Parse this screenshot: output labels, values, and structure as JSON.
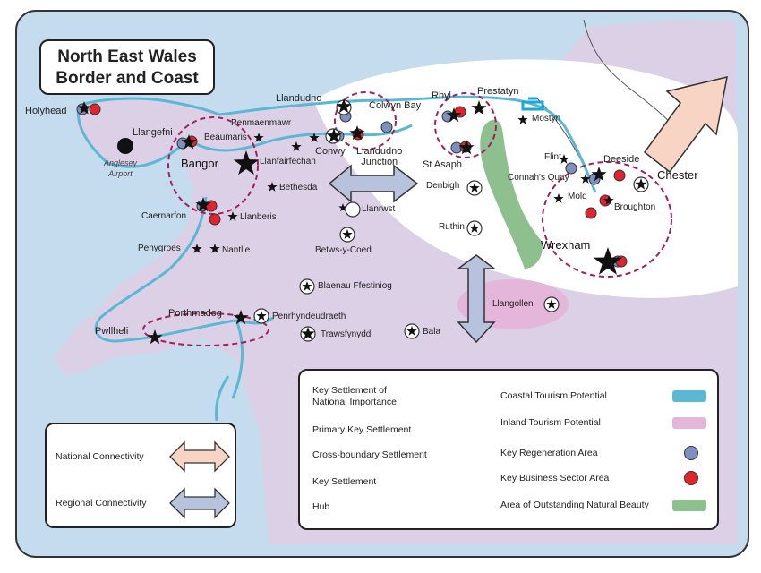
{
  "title": {
    "line1": "North East Wales",
    "line2": "Border and Coast"
  },
  "settlements": {
    "holyhead": "Holyhead",
    "llangefni": "Llangefni",
    "beaumaris": "Beaumaris",
    "anglesey_airport": "Anglesey\nAirport",
    "bangor": "Bangor",
    "penmaenmawr": "Penmaenmawr",
    "llanfairfechan": "Llanfairfechan",
    "bethesda": "Bethesda",
    "caernarfon": "Caernarfon",
    "llanberis": "Llanberis",
    "penygroes": "Penygroes",
    "nantlle": "Nantlle",
    "llandudno": "Llandudno",
    "colwyn_bay": "Colwyn Bay",
    "conwy": "Conwy",
    "llandudno_junction": "Llandudno\nJunction",
    "llanrwst": "Llanrwst",
    "betws_y_coed": "Betws-y-Coed",
    "blaenau_ffestiniog": "Blaenau Ffestiniog",
    "porthmadog": "Porthmadog",
    "penrhyndeudraeth": "Penrhyndeudraeth",
    "pwllheli": "Pwllheli",
    "trawsfynydd": "Trawsfynydd",
    "bala": "Bala",
    "rhyl": "Rhyl",
    "prestatyn": "Prestatyn",
    "mostyn": "Mostyn",
    "st_asaph": "St Asaph",
    "denbigh": "Denbigh",
    "ruthin": "Ruthin",
    "flint": "Flint",
    "connahs_quay": "Connah's Quay",
    "deeside": "Deeside",
    "chester": "Chester",
    "mold": "Mold",
    "broughton": "Broughton",
    "wrexham": "Wrexham",
    "llangollen": "Llangollen"
  },
  "legend": {
    "key_settlement_national": "Key Settlement of\nNational Importance",
    "primary_key": "Primary Key Settlement",
    "cross_boundary": "Cross-boundary Settlement",
    "key_settlement": "Key Settlement",
    "hub": "Hub",
    "coastal_tourism": "Coastal Tourism Potential",
    "inland_tourism": "Inland Tourism Potential",
    "key_regeneration": "Key Regeneration Area",
    "key_business": "Key Business Sector Area",
    "aonb": "Area of Outstanding Natural Beauty",
    "national_connectivity": "National Connectivity",
    "regional_connectivity": "Regional Connectivity"
  },
  "colors": {
    "sea": "#c5dcee",
    "land": "#dcd0e6",
    "white_zone": "#ffffff",
    "coast": "#5bb8d4",
    "aonb": "#8dbf8f",
    "inland_tourism": "#e4b6da",
    "hub": "#a0205a",
    "regeneration": "#7f8fc0",
    "business": "#e0242c",
    "national_arrow": "#f7d4c4",
    "regional_arrow": "#b7c2dc"
  }
}
